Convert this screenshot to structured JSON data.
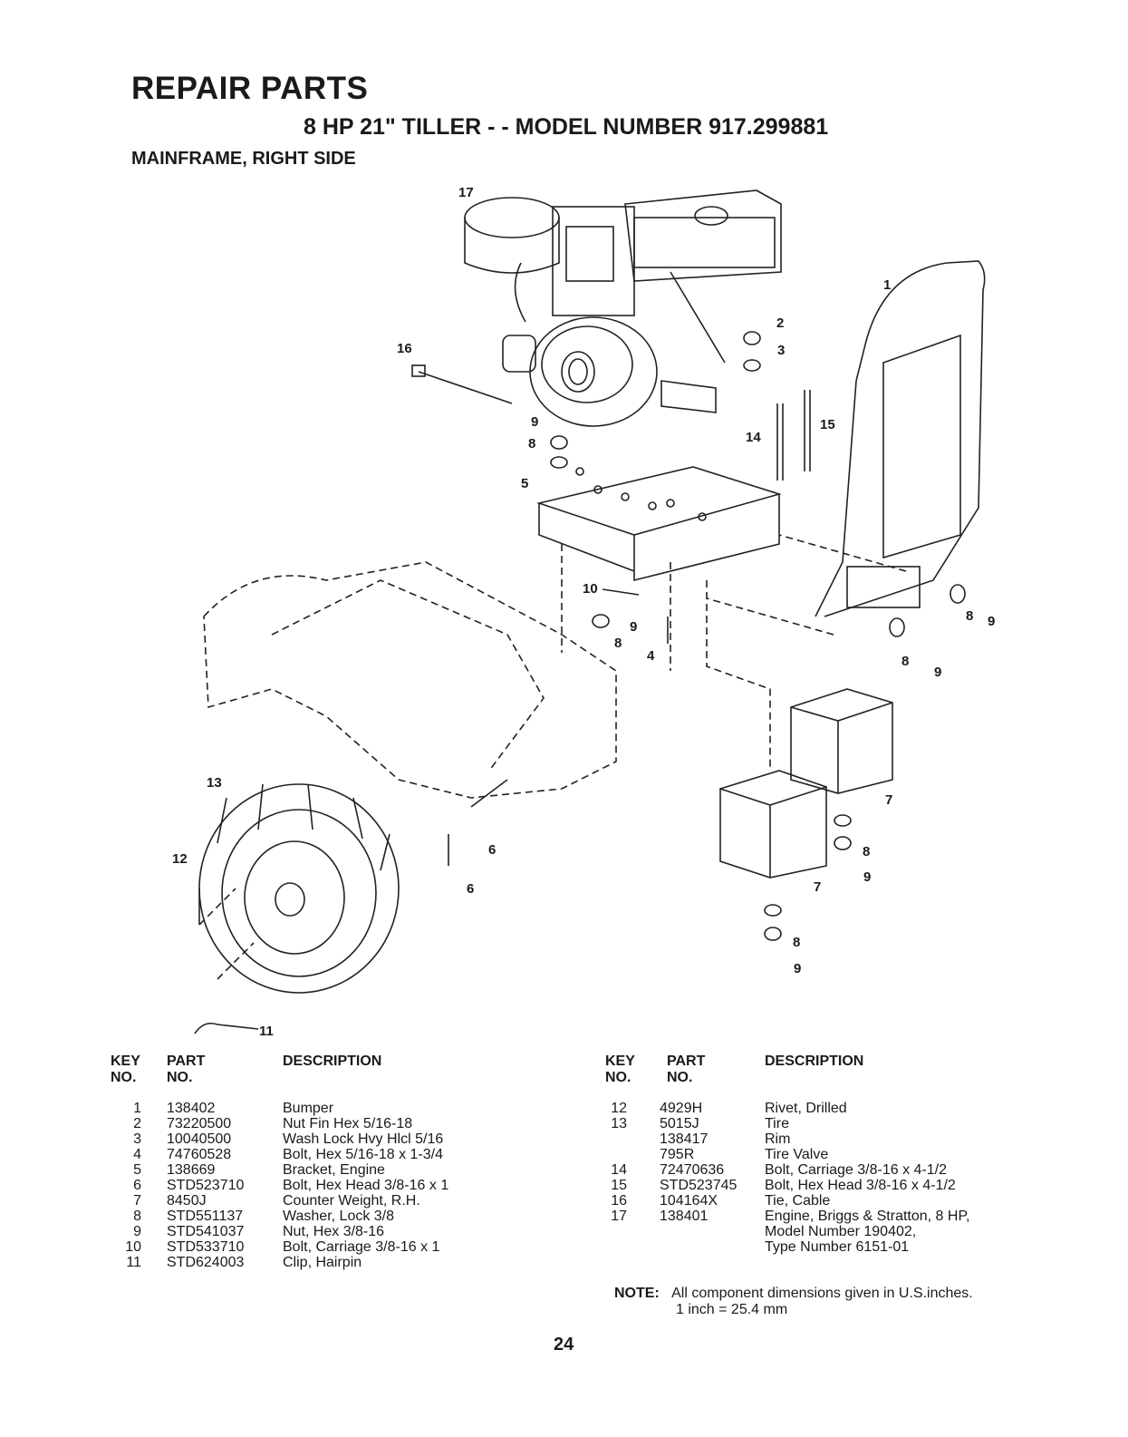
{
  "header": {
    "title": "REPAIR PARTS",
    "subtitle": "8 HP 21\" TILLER - - MODEL NUMBER 917.299881",
    "section": "MAINFRAME, RIGHT SIDE"
  },
  "diagram": {
    "callouts": [
      "17",
      "1",
      "2",
      "3",
      "16",
      "15",
      "14",
      "9",
      "8",
      "5",
      "10",
      "9",
      "8",
      "4",
      "8",
      "9",
      "8",
      "9",
      "7",
      "13",
      "6",
      "12",
      "6",
      "8",
      "9",
      "7",
      "8",
      "9",
      "11"
    ]
  },
  "table_headers": {
    "key": "KEY",
    "key2": "NO.",
    "part": "PART",
    "part2": "NO.",
    "description": "DESCRIPTION"
  },
  "parts_left": [
    {
      "key": "1",
      "part": "138402",
      "desc": "Bumper"
    },
    {
      "key": "2",
      "part": "73220500",
      "desc": "Nut Fin Hex  5/16-18"
    },
    {
      "key": "3",
      "part": "10040500",
      "desc": "Wash Lock Hvy Hlcl  5/16"
    },
    {
      "key": "4",
      "part": "74760528",
      "desc": "Bolt, Hex  5/16-18 x 1-3/4"
    },
    {
      "key": "5",
      "part": "138669",
      "desc": "Bracket, Engine"
    },
    {
      "key": "6",
      "part": "STD523710",
      "desc": "Bolt, Hex Head  3/8-16 x 1"
    },
    {
      "key": "7",
      "part": "8450J",
      "desc": "Counter Weight, R.H."
    },
    {
      "key": "8",
      "part": "STD551137",
      "desc": "Washer, Lock  3/8"
    },
    {
      "key": "9",
      "part": "STD541037",
      "desc": "Nut, Hex  3/8-16"
    },
    {
      "key": "10",
      "part": "STD533710",
      "desc": "Bolt, Carriage  3/8-16 x 1"
    },
    {
      "key": "11",
      "part": "STD624003",
      "desc": "Clip, Hairpin"
    }
  ],
  "parts_right": [
    {
      "key": "12",
      "part": "4929H",
      "desc": "Rivet, Drilled"
    },
    {
      "key": "13",
      "part": "5015J",
      "desc": "Tire"
    },
    {
      "key": "",
      "part": "138417",
      "desc": "Rim"
    },
    {
      "key": "",
      "part": "795R",
      "desc": "Tire Valve"
    },
    {
      "key": "14",
      "part": "72470636",
      "desc": "Bolt, Carriage  3/8-16 x 4-1/2"
    },
    {
      "key": "15",
      "part": "STD523745",
      "desc": "Bolt, Hex Head  3/8-16 x 4-1/2"
    },
    {
      "key": "16",
      "part": "104164X",
      "desc": "Tie, Cable"
    },
    {
      "key": "17",
      "part": "138401",
      "desc": "Engine, Briggs & Stratton, 8 HP,"
    },
    {
      "key": "",
      "part": "",
      "desc": "Model Number 190402,"
    },
    {
      "key": "",
      "part": "",
      "desc": "Type Number 6151-01"
    }
  ],
  "note": {
    "label": "NOTE:",
    "line1": "All component dimensions given in U.S.inches.",
    "line2": "1 inch = 25.4 mm"
  },
  "page_number": "24"
}
